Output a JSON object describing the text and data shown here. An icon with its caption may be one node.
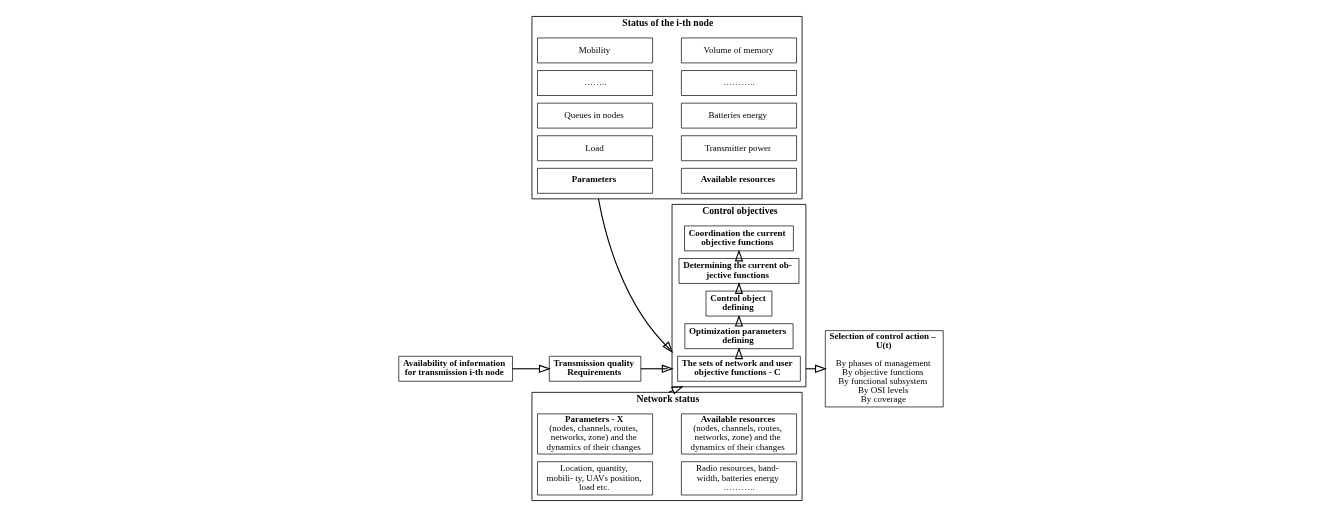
{
  "diagram": {
    "nodes": [
      {
        "text": [
          "Network status"
        ]
      },
      {
        "text": [
          "Parameters - X",
          "(nodes, channels, routes, networks, zone) and the dynamics of their changes"
        ],
        "in": 0
      },
      {
        "text": [
          "Available resources",
          "(nodes, channels, routes, networks, zone) and the dynamics of their changes"
        ],
        "in": 0
      },
      {
        "text": [
          "Location, quantity, mobili- ty, UAVs position, load etc."
        ],
        "in": 0
      },
      {
        "text": [
          "Radio resources, band- width, batteries energy ……….."
        ],
        "in": 0
      },
      {
        "text": [
          "Status of the i-th node"
        ]
      },
      {
        "text": [
          "Parameters"
        ],
        "in": 5
      },
      {
        "text": [
          "Available resources"
        ],
        "in": 5
      },
      {
        "text": [
          "Load"
        ],
        "in": 5
      },
      {
        "text": [
          "Transmitter power"
        ],
        "in": 5
      },
      {
        "text": [
          "Queues in nodes"
        ],
        "in": 5
      },
      {
        "text": [
          "Batteries energy"
        ],
        "in": 5
      },
      {
        "text": [
          "…….."
        ],
        "in": 5
      },
      {
        "text": [
          "……….."
        ],
        "in": 5
      },
      {
        "text": [
          "Mobility"
        ],
        "in": 5
      },
      {
        "text": [
          "Volume of memory"
        ],
        "in": 5
      },
      {
        "text": [
          "Availability of information for transmission i-th node"
        ]
      },
      {
        "text": [
          "Transmission quality Requirements"
        ]
      },
      {
        "text": [
          "Control objectives"
        ]
      },
      {
        "text": [
          "The sets of network and user objective functions - C"
        ],
        "in": 18
      },
      {
        "text": [
          "Optimization parameters defining"
        ],
        "in": 18
      },
      {
        "text": [
          "Control object defining"
        ],
        "in": 18
      },
      {
        "text": [
          "Determining the current ob- jective functions"
        ],
        "in": 18
      },
      {
        "text": [
          "Coordination the current objective functions"
        ],
        "in": 18
      },
      {
        "text": [
          "Selection of control action – U(t)",
          "By phases of management",
          "By objective functions",
          "By functional subsystem",
          "By OSI levels",
          "By coverage"
        ]
      }
    ],
    "edges": [
      {
        "from": 0,
        "to": 18,
        "arrow": "to"
      },
      {
        "from": 5,
        "to": 18,
        "arrow": "to"
      },
      {
        "from": 16,
        "to": 17,
        "arrow": "to"
      },
      {
        "from": 17,
        "to": 18,
        "arrow": "to"
      },
      {
        "from": 19,
        "to": 20,
        "arrow": "to"
      },
      {
        "from": 20,
        "to": 21,
        "arrow": "to"
      },
      {
        "from": 21,
        "to": 22,
        "arrow": "to"
      },
      {
        "from": 22,
        "to": 23,
        "arrow": "to"
      },
      {
        "from": 18,
        "to": 24,
        "arrow": "to"
      }
    ]
  }
}
